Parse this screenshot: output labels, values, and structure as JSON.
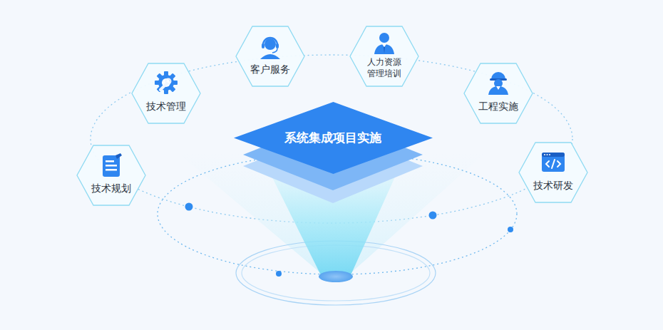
{
  "diagram": {
    "nodes": [
      {
        "text": [
          "客户服务"
        ]
      },
      {
        "text": [
          "人力资源 管理培训"
        ]
      },
      {
        "text": [
          "技术管理"
        ]
      },
      {
        "text": [
          "工程实施"
        ]
      },
      {
        "text": [
          "系统集成项目实施"
        ]
      },
      {
        "text": [
          "技术规划"
        ]
      },
      {
        "text": [
          "技术研发"
        ]
      }
    ]
  }
}
